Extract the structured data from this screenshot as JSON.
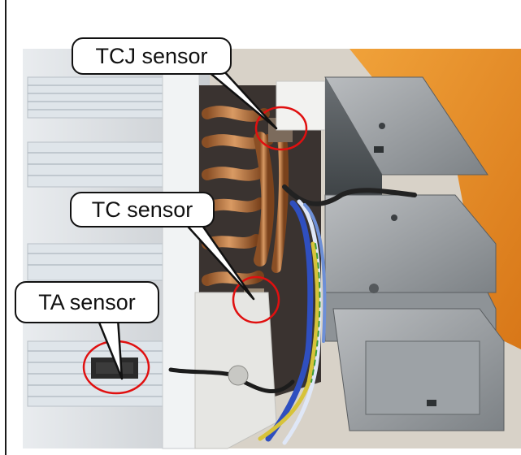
{
  "callouts": {
    "tcj": "TCJ sensor",
    "tc": "TC sensor",
    "ta": "TA sensor"
  },
  "colors": {
    "highlight_circle": "#e01010",
    "background_orange": "#e58a23",
    "copper_pipe": "#b8733d"
  }
}
